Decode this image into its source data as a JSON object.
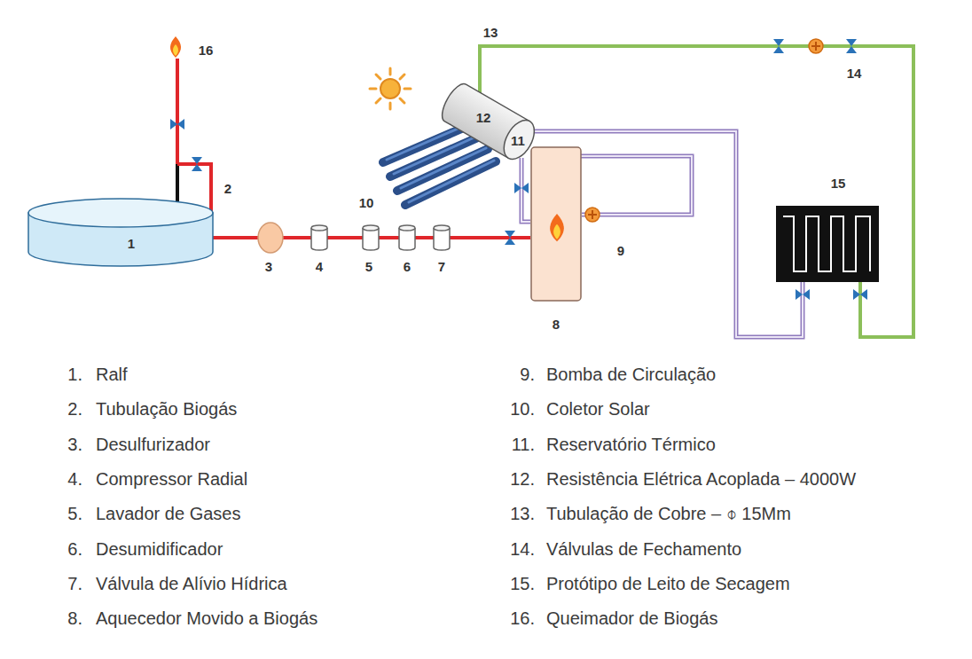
{
  "diagram": {
    "nodes": [
      {
        "text": [
          "1"
        ]
      },
      {
        "text": [
          "12",
          "11"
        ]
      },
      {
        "text": [
          "8"
        ]
      },
      {
        "text": [
          "15"
        ]
      }
    ],
    "edges": [
      {
        "from": 0,
        "to": 2,
        "arrow": "none"
      },
      {
        "from": 2,
        "to": 1,
        "arrow": "none"
      },
      {
        "from": 2,
        "to": 1,
        "arrow": "none"
      },
      {
        "from": 1,
        "to": 3,
        "arrow": "none"
      },
      {
        "from": 1,
        "to": 3,
        "arrow": "none"
      }
    ],
    "labels": [
      "16",
      "2",
      "3",
      "4",
      "5",
      "6",
      "7",
      "9",
      "10",
      "13",
      "14",
      "1.",
      "Ralf",
      "2.",
      "Tubulação Biogás",
      "3.",
      "Desulfurizador",
      "4.",
      "Compressor Radial",
      "5.",
      "Lavador de Gases",
      "6.",
      "Desumidificador",
      "7.",
      "Válvula de Alívio Hídrica",
      "8.",
      "Aquecedor Movido a Biogás",
      "9.",
      "Bomba de Circulação",
      "10.",
      "Coletor Solar",
      "11.",
      "Reservatório Térmico",
      "12.",
      "Resistência Elétrica Acoplada – 4000W",
      "13.",
      "Tubulação de Cobre – ⌽ 15Mm",
      "14.",
      "Válvulas de Fechamento",
      "15.",
      "Protótipo de Leito de Secagem",
      "16.",
      "Queimador de Biogás"
    ]
  }
}
